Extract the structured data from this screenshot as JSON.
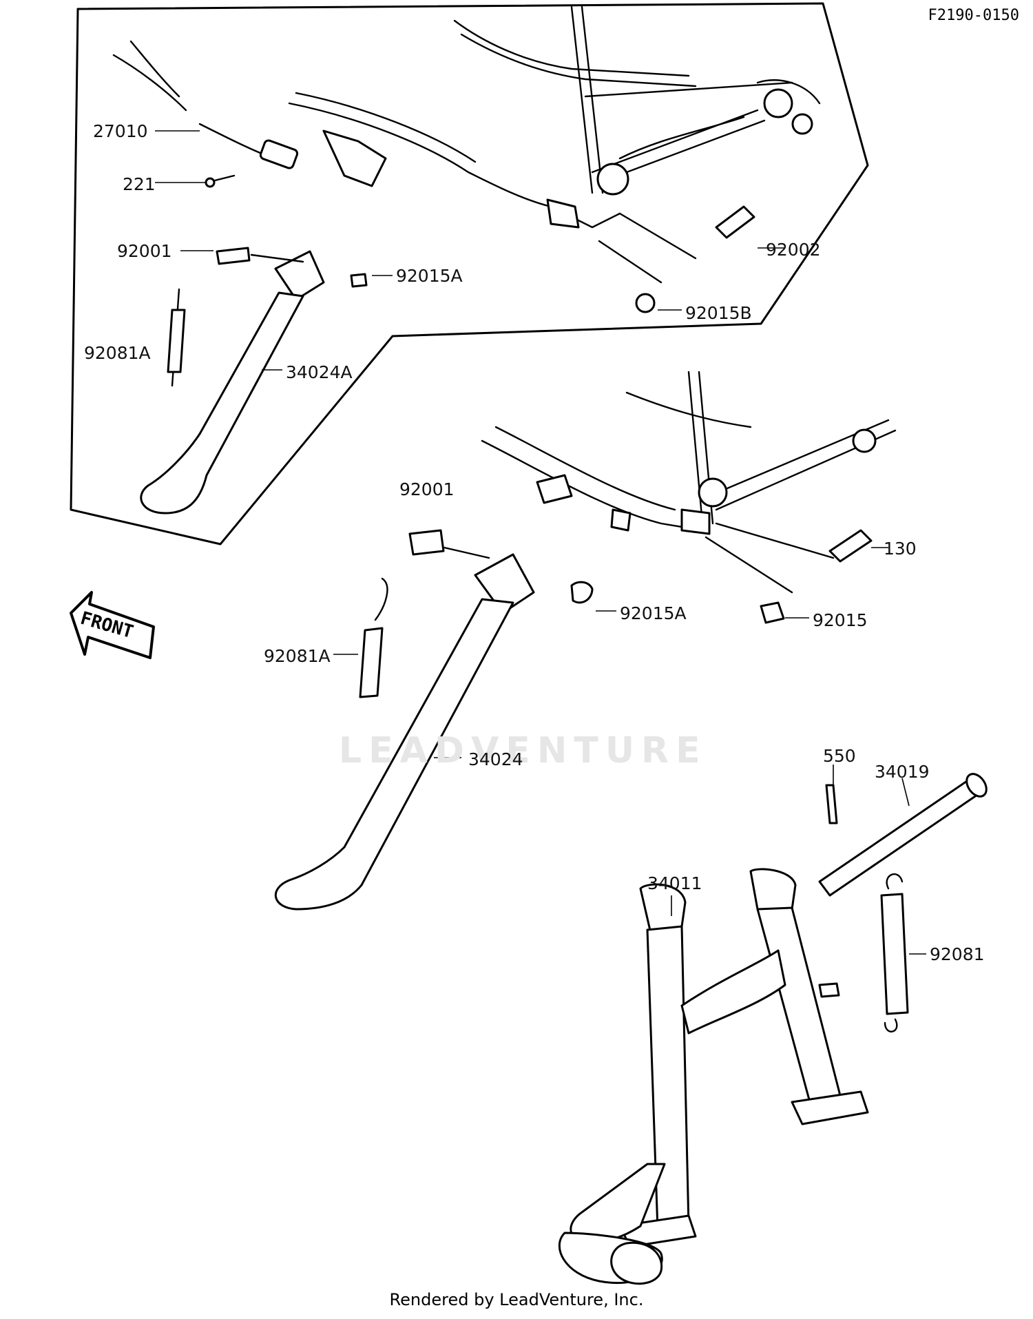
{
  "diagram_code": "F2190-0150",
  "front_label": "FRONT",
  "watermark": "LEADVENTURE",
  "footer": "Rendered by LeadVenture, Inc.",
  "part_labels": {
    "p27010": "27010",
    "p221": "221",
    "p92001_top": "92001",
    "p92015A_top": "92015A",
    "p92081A_top": "92081A",
    "p34024A": "34024A",
    "p92002": "92002",
    "p92015B": "92015B",
    "p92001_mid": "92001",
    "p130": "130",
    "p92015A_mid": "92015A",
    "p92015": "92015",
    "p92081A_mid": "92081A",
    "p34024": "34024",
    "p550": "550",
    "p34019": "34019",
    "p34011": "34011",
    "p92081": "92081"
  }
}
